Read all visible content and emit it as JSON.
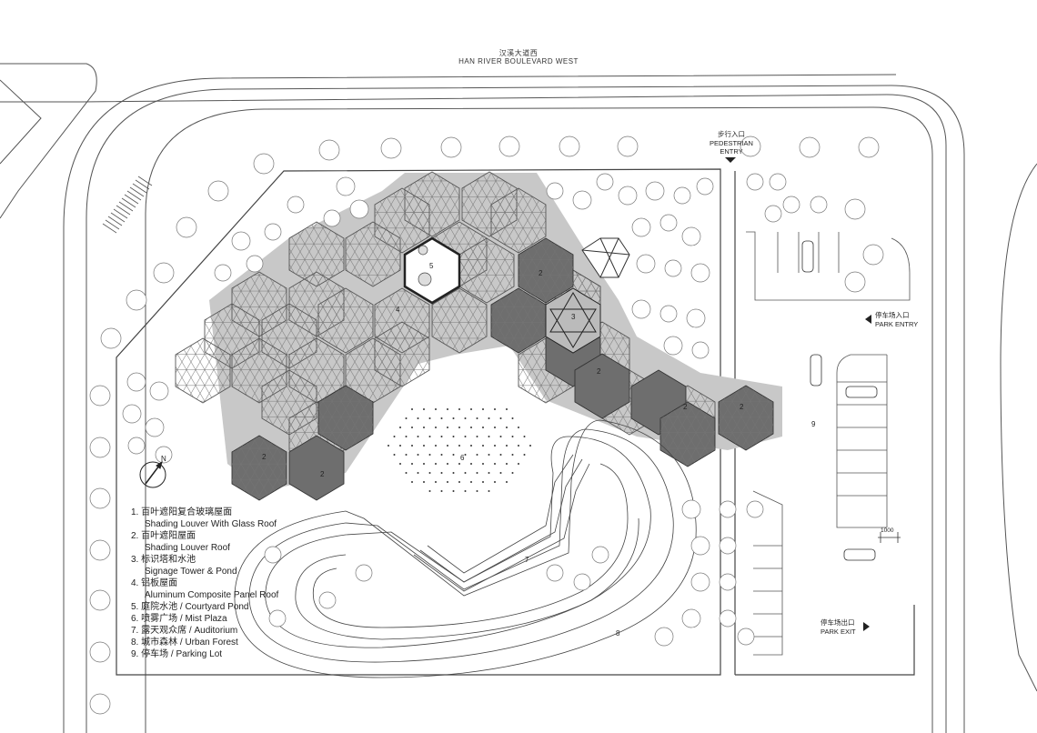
{
  "road": {
    "name_cn": "汉溪大道西",
    "name_en": "HAN RIVER BOULEVARD WEST"
  },
  "entries": {
    "pedestrian_cn": "步行入口",
    "pedestrian_en_1": "PEDESTRIAN",
    "pedestrian_en_2": "ENTRY",
    "park_entry_cn": "停车场入口",
    "park_entry_en": "PARK ENTRY",
    "park_exit_cn": "停车场出口",
    "park_exit_en": "PARK EXIT"
  },
  "dimension": "1000",
  "north": "N",
  "plan_numbers": {
    "n2a": "2",
    "n2b": "2",
    "n2c": "2",
    "n2d": "2",
    "n2e": "2",
    "n2f": "2",
    "n3": "3",
    "n4": "4",
    "n5": "5",
    "n6": "6",
    "n7": "7",
    "n8": "8",
    "n9": "9"
  },
  "legend": [
    {
      "num": "1.",
      "cn": "百叶遮阳复合玻璃屋面",
      "en": "Shading Louver With Glass Roof"
    },
    {
      "num": "2.",
      "cn": "百叶遮阳屋面",
      "en": "Shading Louver Roof"
    },
    {
      "num": "3.",
      "cn": "标识塔和水池",
      "en": "Signage Tower & Pond"
    },
    {
      "num": "4.",
      "cn": "铝板屋面",
      "en": "Aluminum Composite Panel Roof"
    },
    {
      "num": "5.",
      "cn": "庭院水池 / Courtyard Pond",
      "en": ""
    },
    {
      "num": "6.",
      "cn": "喷雾广场 / Mist Plaza",
      "en": ""
    },
    {
      "num": "7.",
      "cn": "露天观众席 / Auditorium",
      "en": ""
    },
    {
      "num": "8.",
      "cn": "城市森林 / Urban Forest",
      "en": ""
    },
    {
      "num": "9.",
      "cn": "停车场 / Parking Lot",
      "en": ""
    }
  ]
}
